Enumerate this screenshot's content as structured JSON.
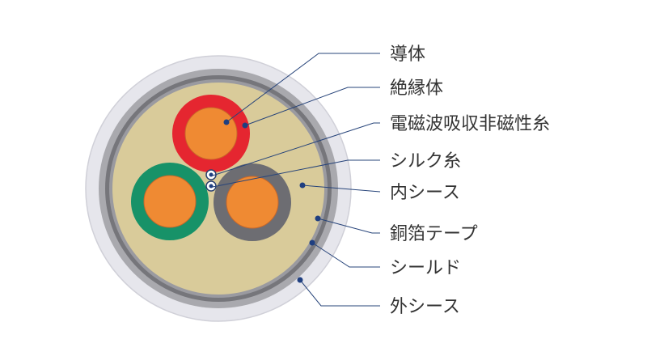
{
  "labels": {
    "conductor": "導体",
    "insulation": "絶縁体",
    "emi_absorber": "電磁波吸収非磁性糸",
    "silk_thread": "シルク糸",
    "inner_sheath": "内シース",
    "copper_tape": "銅箔テープ",
    "shield": "シールド",
    "outer_sheath": "外シース"
  },
  "colors": {
    "outer_sheath": "#e6e6ec",
    "shield": "#a9a9ae",
    "copper_tape": "#76767b",
    "inner_sheath": "#d9cb9a",
    "conductor": "#ef8a33",
    "insulation_red": "#e52630",
    "insulation_green": "#179268",
    "insulation_gray": "#6d6d72",
    "leader": "#27447a"
  }
}
